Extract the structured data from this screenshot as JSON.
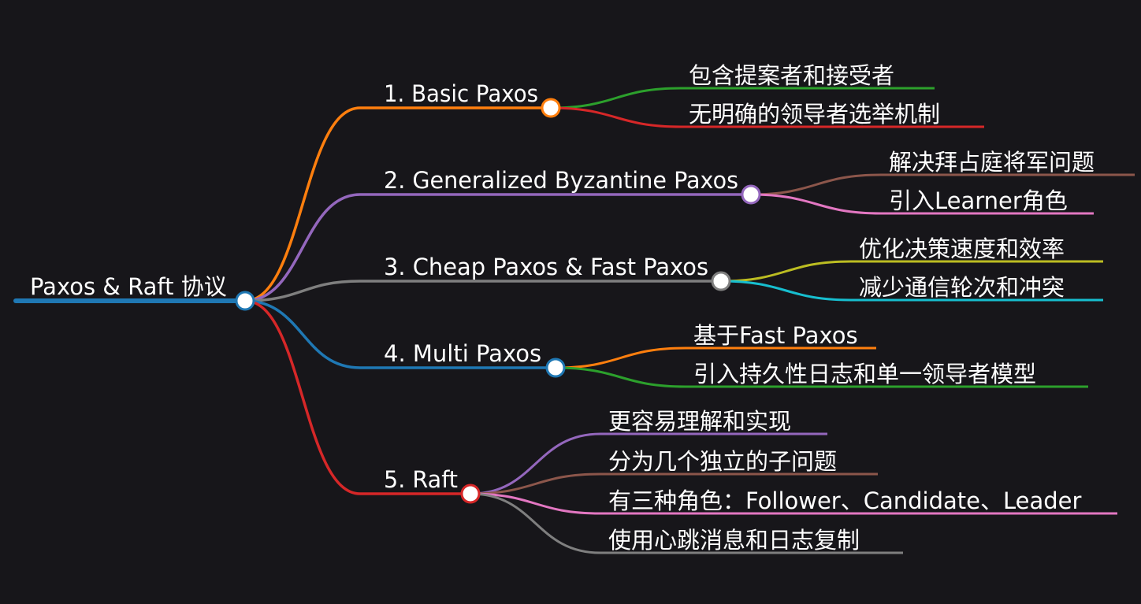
{
  "colors": {
    "background": "#17161a",
    "text": "#ffffff",
    "node_fill": "#ffffff",
    "root_line": "#1f78b4"
  },
  "root": {
    "label": "Paxos & Raft 协议",
    "color": "#1f78b4"
  },
  "branches": [
    {
      "label": "1. Basic Paxos",
      "color": "#ff7f0e",
      "children": [
        {
          "label": "包含提案者和接受者",
          "color": "#2ca02c"
        },
        {
          "label": "无明确的领导者选举机制",
          "color": "#d62728"
        }
      ]
    },
    {
      "label": "2. Generalized Byzantine Paxos",
      "color": "#9467bd",
      "children": [
        {
          "label": "解决拜占庭将军问题",
          "color": "#8c564b"
        },
        {
          "label": "引入Learner角色",
          "color": "#e377c2"
        }
      ]
    },
    {
      "label": "3. Cheap Paxos & Fast Paxos",
      "color": "#7f7f7f",
      "children": [
        {
          "label": "优化决策速度和效率",
          "color": "#bcbd22"
        },
        {
          "label": "减少通信轮次和冲突",
          "color": "#17becf"
        }
      ]
    },
    {
      "label": "4. Multi Paxos",
      "color": "#1f78b4",
      "children": [
        {
          "label": "基于Fast Paxos",
          "color": "#ff7f0e"
        },
        {
          "label": "引入持久性日志和单一领导者模型",
          "color": "#2ca02c"
        }
      ]
    },
    {
      "label": "5. Raft",
      "color": "#d62728",
      "children": [
        {
          "label": "更容易理解和实现",
          "color": "#9467bd"
        },
        {
          "label": "分为几个独立的子问题",
          "color": "#8c564b"
        },
        {
          "label": "有三种角色：Follower、Candidate、Leader",
          "color": "#e377c2"
        },
        {
          "label": "使用心跳消息和日志复制",
          "color": "#7f7f7f"
        }
      ]
    }
  ]
}
